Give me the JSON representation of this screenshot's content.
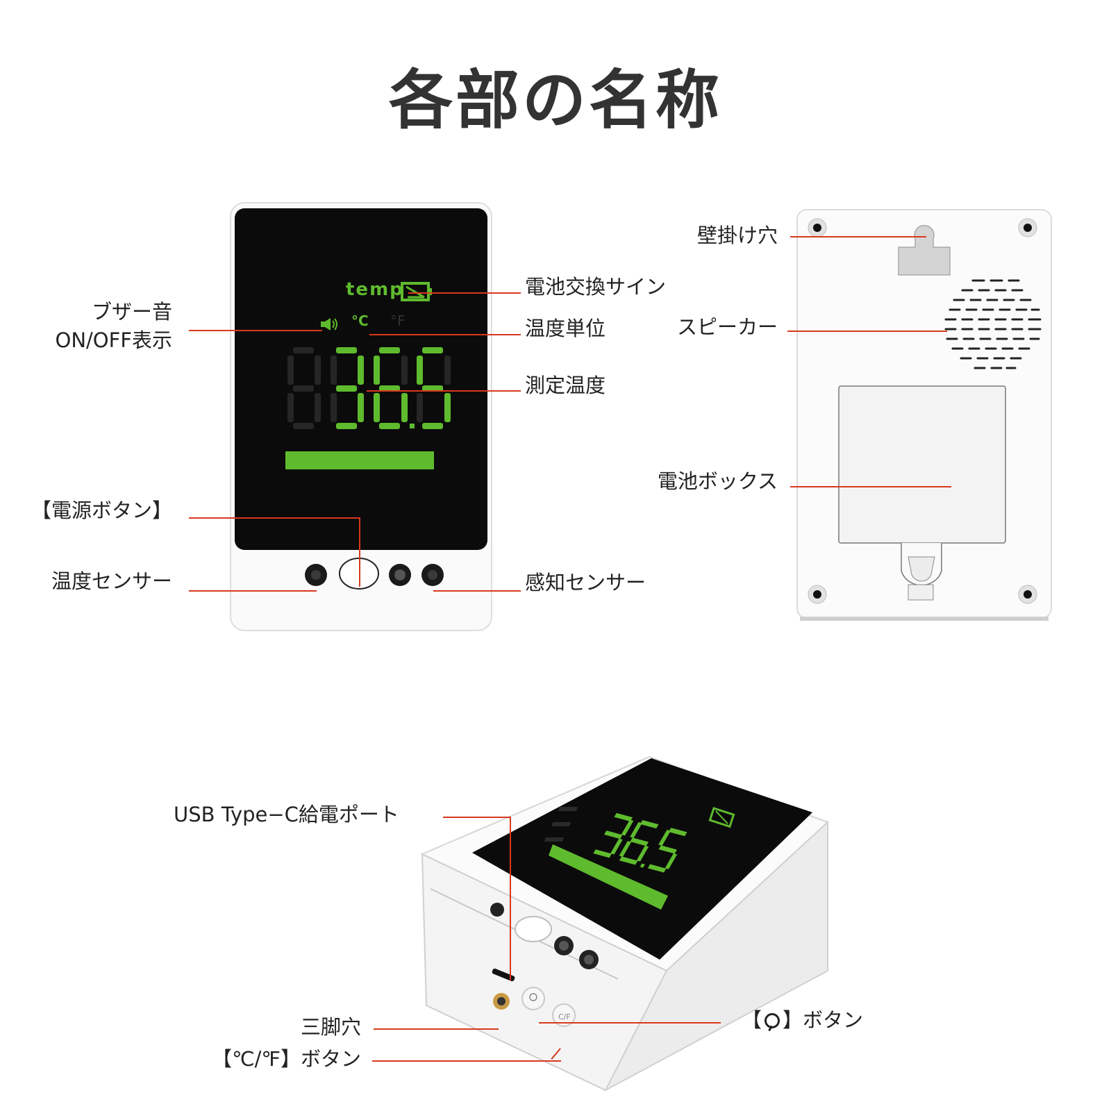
{
  "title": "各部の名称",
  "front": {
    "brand": "temp",
    "unit_c": "°C",
    "unit_f": "°F",
    "temperature": "36.5"
  },
  "labels": {
    "buzzer_line1": "ブザー音",
    "buzzer_line2": "ON/OFF表示",
    "power_button": "【電源ボタン】",
    "temp_sensor": "温度センサー",
    "battery_sign": "電池交換サイン",
    "temp_unit": "温度単位",
    "measured_temp": "測定温度",
    "motion_sensor": "感知センサー",
    "wall_hole": "壁掛け穴",
    "speaker": "スピーカー",
    "battery_box": "電池ボックス",
    "usb_port": "USB Type−C給電ポート",
    "tripod_hole": "三脚穴",
    "cf_button": "【℃/℉】ボタン",
    "search_button_pre": "【",
    "search_button_post": "】ボタン"
  },
  "colors": {
    "accent_line": "#d9381e",
    "display_green": "#5fbb2e",
    "panel_black": "#0b0b0b"
  }
}
